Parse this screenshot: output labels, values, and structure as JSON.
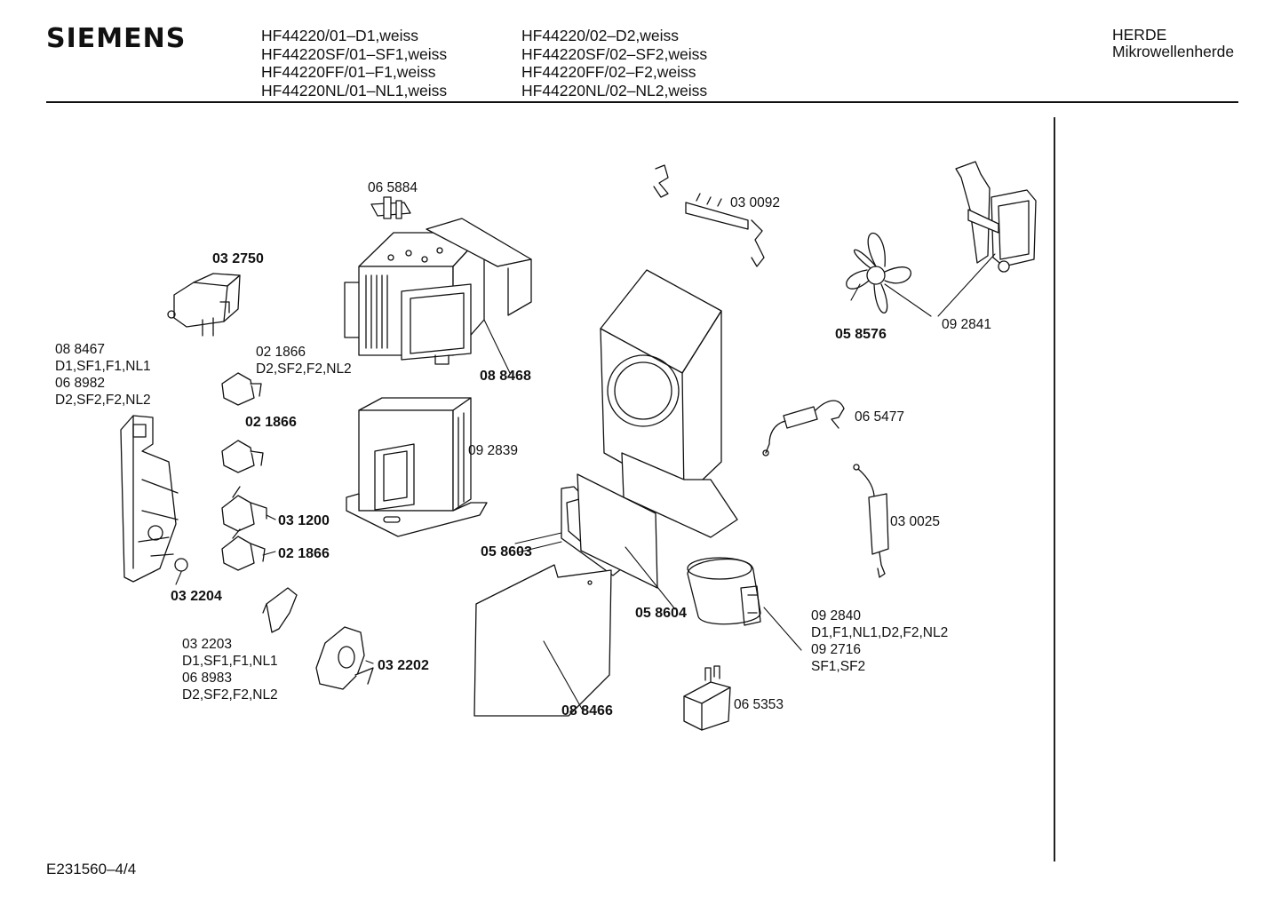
{
  "brand": "SIEMENS",
  "models_col1": [
    "HF44220/01–D1,weiss",
    "HF44220SF/01–SF1,weiss",
    "HF44220FF/01–F1,weiss",
    "HF44220NL/01–NL1,weiss"
  ],
  "models_col2": [
    "HF44220/02–D2,weiss",
    "HF44220SF/02–SF2,weiss",
    "HF44220FF/02–F2,weiss",
    "HF44220NL/02–NL2,weiss"
  ],
  "category": {
    "line1": "HERDE",
    "line2": "Mikrowellenherde"
  },
  "footer_code": "E231560–4/4",
  "parts": {
    "p065884": "06 5884",
    "p032750": "03 2750",
    "p088467_group": [
      "08 8467",
      "D1,SF1,F1,NL1",
      "06 8982",
      "D2,SF2,F2,NL2"
    ],
    "p021866_group": [
      "02 1866",
      "D2,SF2,F2,NL2"
    ],
    "p088468": "08 8468",
    "p021866_a": "02 1866",
    "p092839": "09 2839",
    "p031200": "03 1200",
    "p021866_b": "02 1866",
    "p032204": "03 2204",
    "p032203_group": [
      "03 2203",
      "D1,SF1,F1,NL1",
      "06 8983",
      "D2,SF2,F2,NL2"
    ],
    "p032202": "03 2202",
    "p030092": "03 0092",
    "p058576": "05 8576",
    "p092841": "09 2841",
    "p065477": "06 5477",
    "p030025": "03 0025",
    "p058603": "05 8603",
    "p058604": "05 8604",
    "p092840_group": [
      "09 2840",
      "D1,F1,NL1,D2,F2,NL2",
      "09 2716",
      "SF1,SF2"
    ],
    "p088466": "08 8466",
    "p065353": "06 5353"
  }
}
